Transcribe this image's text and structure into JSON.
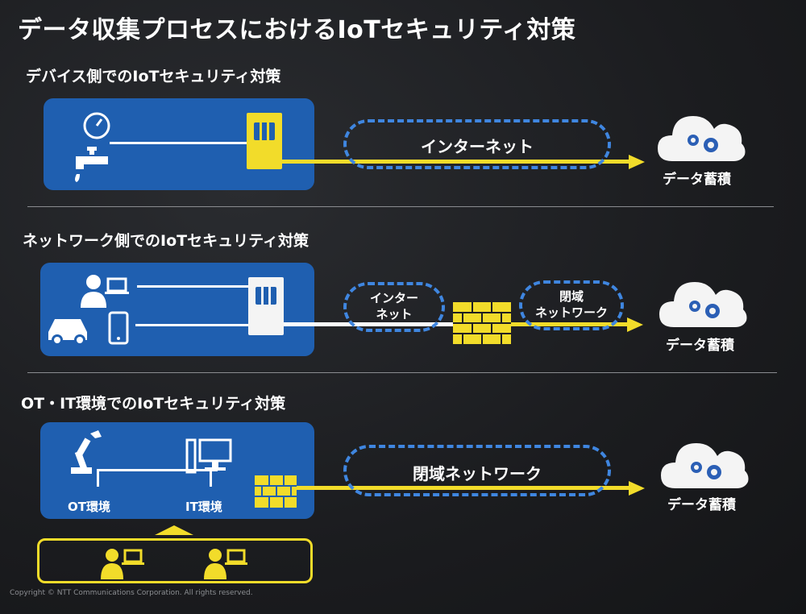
{
  "title": "データ収集プロセスにおけるIoTセキュリティ対策",
  "sections": [
    {
      "heading": "デバイス側でのIoTセキュリティ対策",
      "network_label": "インターネット",
      "storage_label": "データ蓄積"
    },
    {
      "heading": "ネットワーク側でのIoTセキュリティ対策",
      "network_label_1": "インター\nネット",
      "network_label_2": "閉域\nネットワーク",
      "storage_label": "データ蓄積"
    },
    {
      "heading": "OT・IT環境でのIoTセキュリティ対策",
      "ot_label": "OT環境",
      "it_label": "IT環境",
      "network_label": "閉域ネットワーク",
      "storage_label": "データ蓄積"
    }
  ],
  "copyright": "Copyright © NTT Communications Corporation. All rights reserved.",
  "colors": {
    "panel": "#1f5fb0",
    "accent": "#f2dc2a",
    "dash": "#3f86e0"
  }
}
